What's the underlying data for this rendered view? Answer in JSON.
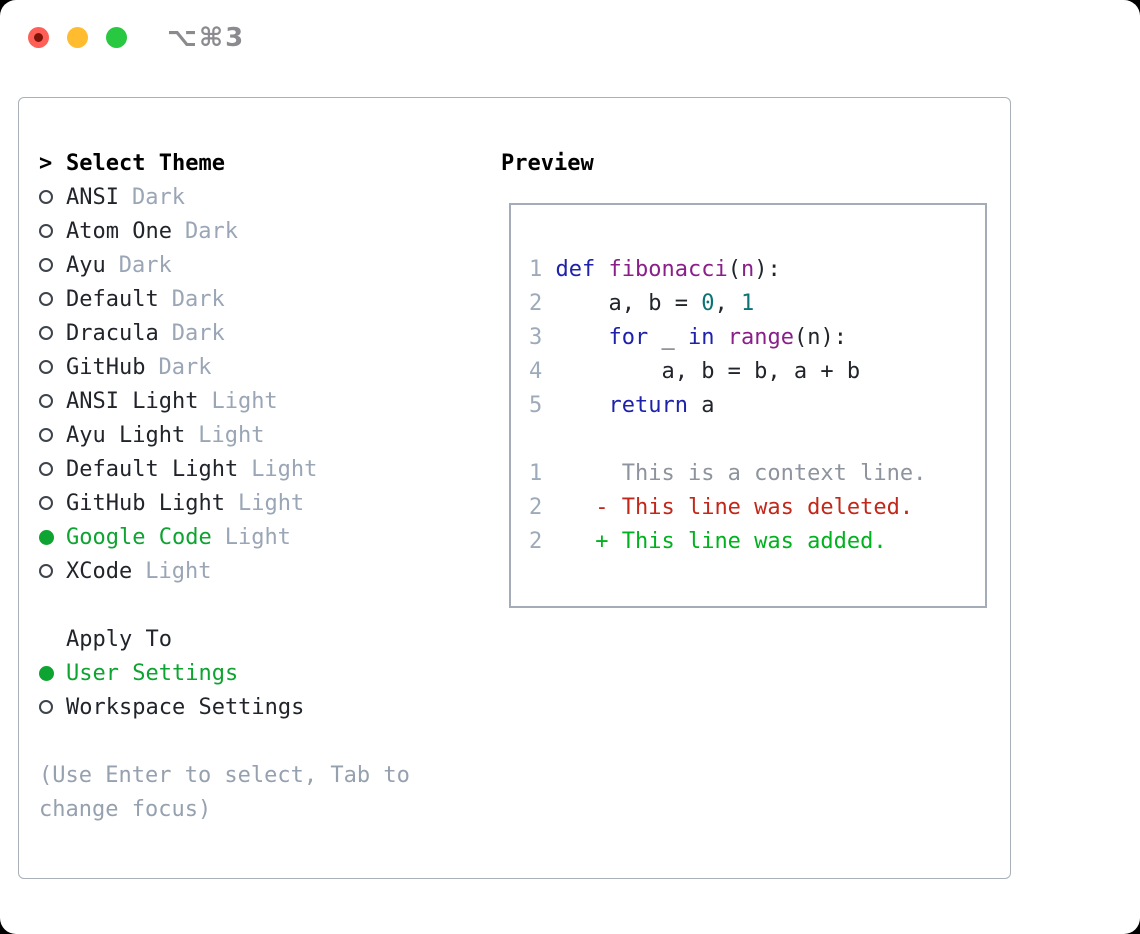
{
  "window": {
    "shortcut_label": "⌥⌘3",
    "traffic_lights": [
      {
        "name": "close",
        "color_key": "traffic-red"
      },
      {
        "name": "minimize",
        "color_key": "traffic-yellow"
      },
      {
        "name": "zoom",
        "color_key": "traffic-green"
      }
    ]
  },
  "left": {
    "header": {
      "marker": ">",
      "label": "Select Theme"
    },
    "themes": [
      {
        "name": "ANSI",
        "tag": "Dark",
        "selected": false
      },
      {
        "name": "Atom One",
        "tag": "Dark",
        "selected": false
      },
      {
        "name": "Ayu",
        "tag": "Dark",
        "selected": false
      },
      {
        "name": "Default",
        "tag": "Dark",
        "selected": false
      },
      {
        "name": "Dracula",
        "tag": "Dark",
        "selected": false
      },
      {
        "name": "GitHub",
        "tag": "Dark",
        "selected": false
      },
      {
        "name": "ANSI Light",
        "tag": "Light",
        "selected": false
      },
      {
        "name": "Ayu Light",
        "tag": "Light",
        "selected": false
      },
      {
        "name": "Default Light",
        "tag": "Light",
        "selected": false
      },
      {
        "name": "GitHub Light",
        "tag": "Light",
        "selected": false
      },
      {
        "name": "Google Code",
        "tag": "Light",
        "selected": true
      },
      {
        "name": "XCode",
        "tag": "Light",
        "selected": false
      }
    ],
    "apply_to": {
      "header": "Apply To",
      "options": [
        {
          "name": "User Settings",
          "selected": true
        },
        {
          "name": "Workspace Settings",
          "selected": false
        }
      ]
    },
    "hint_lines": [
      "(Use Enter to select, Tab to",
      "change focus)"
    ]
  },
  "preview": {
    "title": "Preview",
    "lines": [
      {
        "tokens": [
          {
            "t": "1",
            "c": "ln"
          },
          {
            "t": " ",
            "c": "pl"
          },
          {
            "t": "def",
            "c": "kw"
          },
          {
            "t": " ",
            "c": "pl"
          },
          {
            "t": "fibonacci",
            "c": "fn"
          },
          {
            "t": "(",
            "c": "pl"
          },
          {
            "t": "n",
            "c": "fn"
          },
          {
            "t": "):",
            "c": "pl"
          }
        ]
      },
      {
        "tokens": [
          {
            "t": "2",
            "c": "ln"
          },
          {
            "t": "     a, b = ",
            "c": "pl"
          },
          {
            "t": "0",
            "c": "num"
          },
          {
            "t": ", ",
            "c": "pl"
          },
          {
            "t": "1",
            "c": "num"
          }
        ]
      },
      {
        "tokens": [
          {
            "t": "3",
            "c": "ln"
          },
          {
            "t": "     ",
            "c": "pl"
          },
          {
            "t": "for",
            "c": "kw"
          },
          {
            "t": " _ ",
            "c": "pl"
          },
          {
            "t": "in",
            "c": "kw"
          },
          {
            "t": " ",
            "c": "pl"
          },
          {
            "t": "range",
            "c": "fn"
          },
          {
            "t": "(n):",
            "c": "pl"
          }
        ]
      },
      {
        "tokens": [
          {
            "t": "4",
            "c": "ln"
          },
          {
            "t": "         a, b = b, a + b",
            "c": "pl"
          }
        ]
      },
      {
        "tokens": [
          {
            "t": "5",
            "c": "ln"
          },
          {
            "t": "     ",
            "c": "pl"
          },
          {
            "t": "return",
            "c": "kw"
          },
          {
            "t": " a",
            "c": "pl"
          }
        ]
      },
      {
        "tokens": []
      },
      {
        "tokens": [
          {
            "t": "1",
            "c": "ln"
          },
          {
            "t": "      This is a context line.",
            "c": "ctx"
          }
        ]
      },
      {
        "tokens": [
          {
            "t": "2",
            "c": "ln"
          },
          {
            "t": "    ",
            "c": "pl"
          },
          {
            "t": "- This line was deleted.",
            "c": "del"
          }
        ]
      },
      {
        "tokens": [
          {
            "t": "2",
            "c": "ln"
          },
          {
            "t": "    ",
            "c": "pl"
          },
          {
            "t": "+ This line was added.",
            "c": "add"
          }
        ]
      }
    ]
  },
  "colors": {
    "selected_green": "#0ea431",
    "keyword_blue": "#1e22aa",
    "title_purple": "#8a1f8a",
    "number_teal": "#0c7373",
    "line_number_gray": "#9daab9",
    "context_gray": "#8d949d",
    "deleted_red": "#c2281a",
    "added_green": "#00b21e",
    "tag_gray": "#9aa6b6",
    "hint_gray": "#96a1af",
    "text_dark": "#21252b",
    "radio_outline": "#3e444d",
    "panel_border": "#a9b0ba",
    "preview_border": "#a4acb8",
    "shortcut_gray": "#8a8a8f",
    "traffic_red": "#ff5f57",
    "traffic_red_dot": "#7d1408",
    "traffic_yellow": "#febc2e",
    "traffic_green": "#28c840"
  }
}
